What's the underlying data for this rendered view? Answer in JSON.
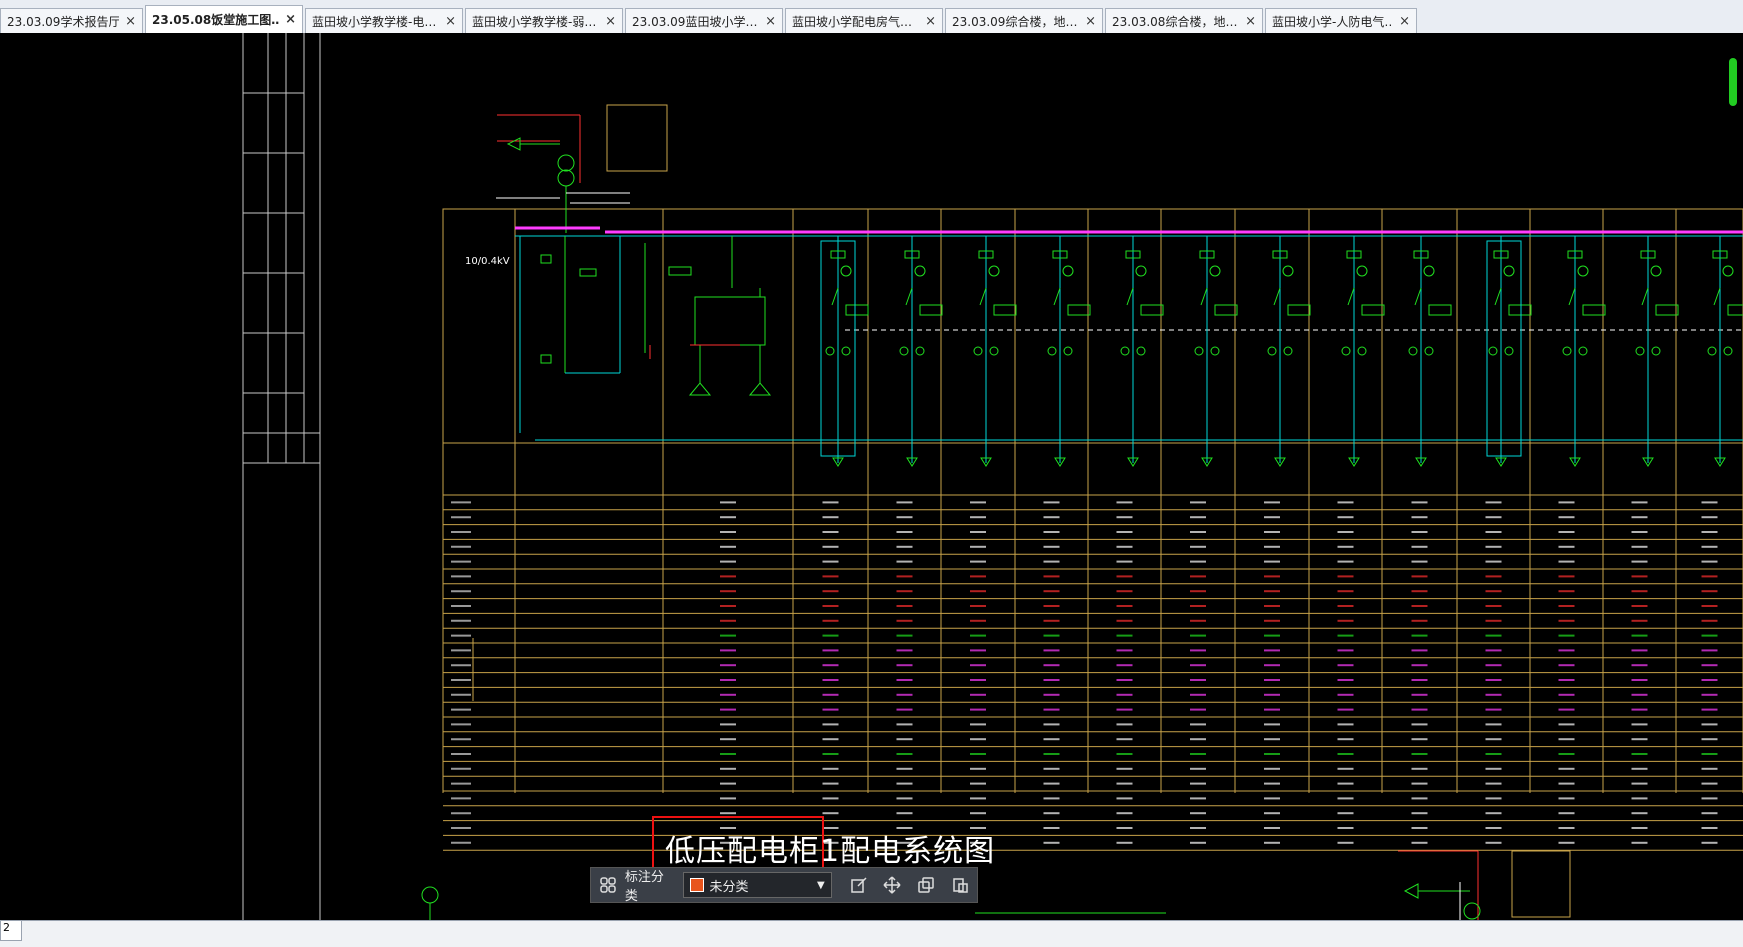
{
  "tabs": [
    {
      "label": "23.03.09学术报告厅…",
      "active": false
    },
    {
      "label": "23.05.08饭堂施工图…",
      "active": true
    },
    {
      "label": "蓝田坡小学教学楼-电…",
      "active": false
    },
    {
      "label": "蓝田坡小学教学楼-弱…",
      "active": false
    },
    {
      "label": "23.03.09蓝田坡小学…",
      "active": false
    },
    {
      "label": "蓝田坡小学配电房气…",
      "active": false
    },
    {
      "label": "23.03.09综合楼，地…",
      "active": false
    },
    {
      "label": "23.03.08综合楼，地…",
      "active": false
    },
    {
      "label": "蓝田坡小学-人防电气…",
      "active": false
    }
  ],
  "close_glyph": "×",
  "drawing": {
    "title": "低压配电柜1配电系统图",
    "voltage_label": "10/0.4kV",
    "row_count": 24,
    "feeder_count": 13
  },
  "toolbar": {
    "category_label": "标注分类",
    "category_value": "未分类"
  },
  "bottom": {
    "sheet_tab": "2"
  },
  "colors": {
    "frame": "#c8a34a",
    "cyan": "#00d7d7",
    "green": "#20e020",
    "magenta": "#ff3cff",
    "red": "#ff3030",
    "white": "#ffffff"
  }
}
